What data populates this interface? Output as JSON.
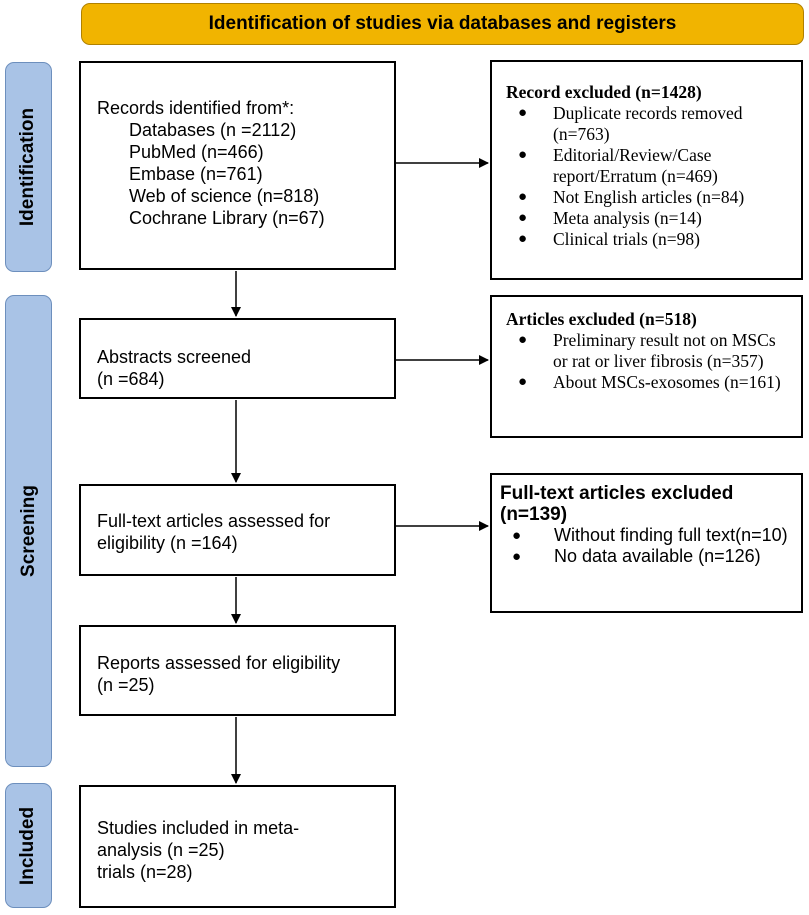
{
  "header": {
    "title": "Identification of studies via databases and registers"
  },
  "stages": {
    "identification": "Identification",
    "screening": "Screening",
    "included": "Included"
  },
  "identified": {
    "lines": [
      "Records identified from*:",
      "Databases (n =2112)",
      "PubMed (n=466)",
      "Embase (n=761)",
      "Web of science (n=818)",
      "Cochrane Library (n=67)"
    ]
  },
  "excluded_records": {
    "title": "Record excluded (n=1428)",
    "items": [
      "Duplicate records removed (n=763)",
      "Editorial/Review/Case report/Erratum (n=469)",
      "Not English articles (n=84)",
      "Meta analysis (n=14)",
      "Clinical trials (n=98)"
    ]
  },
  "abstracts": {
    "line1": "Abstracts screened",
    "line2": "(n =684)"
  },
  "excluded_articles": {
    "title": "Articles excluded (n=518)",
    "items": [
      "Preliminary result not on MSCs or rat or liver fibrosis (n=357)",
      "About MSCs-exosomes (n=161)"
    ]
  },
  "fulltext": {
    "line1": "Full-text articles assessed for",
    "line2": "eligibility (n =164)"
  },
  "excluded_fulltext": {
    "title": "Full-text articles excluded (n=139)",
    "items": [
      "Without finding full text(n=10)",
      "No data available (n=126)"
    ]
  },
  "reports": {
    "line1": "Reports assessed for eligibility",
    "line2": "(n =25)"
  },
  "included": {
    "line1": "Studies included in meta-",
    "line2": "analysis (n =25)",
    "line3": "trials (n=28)"
  }
}
